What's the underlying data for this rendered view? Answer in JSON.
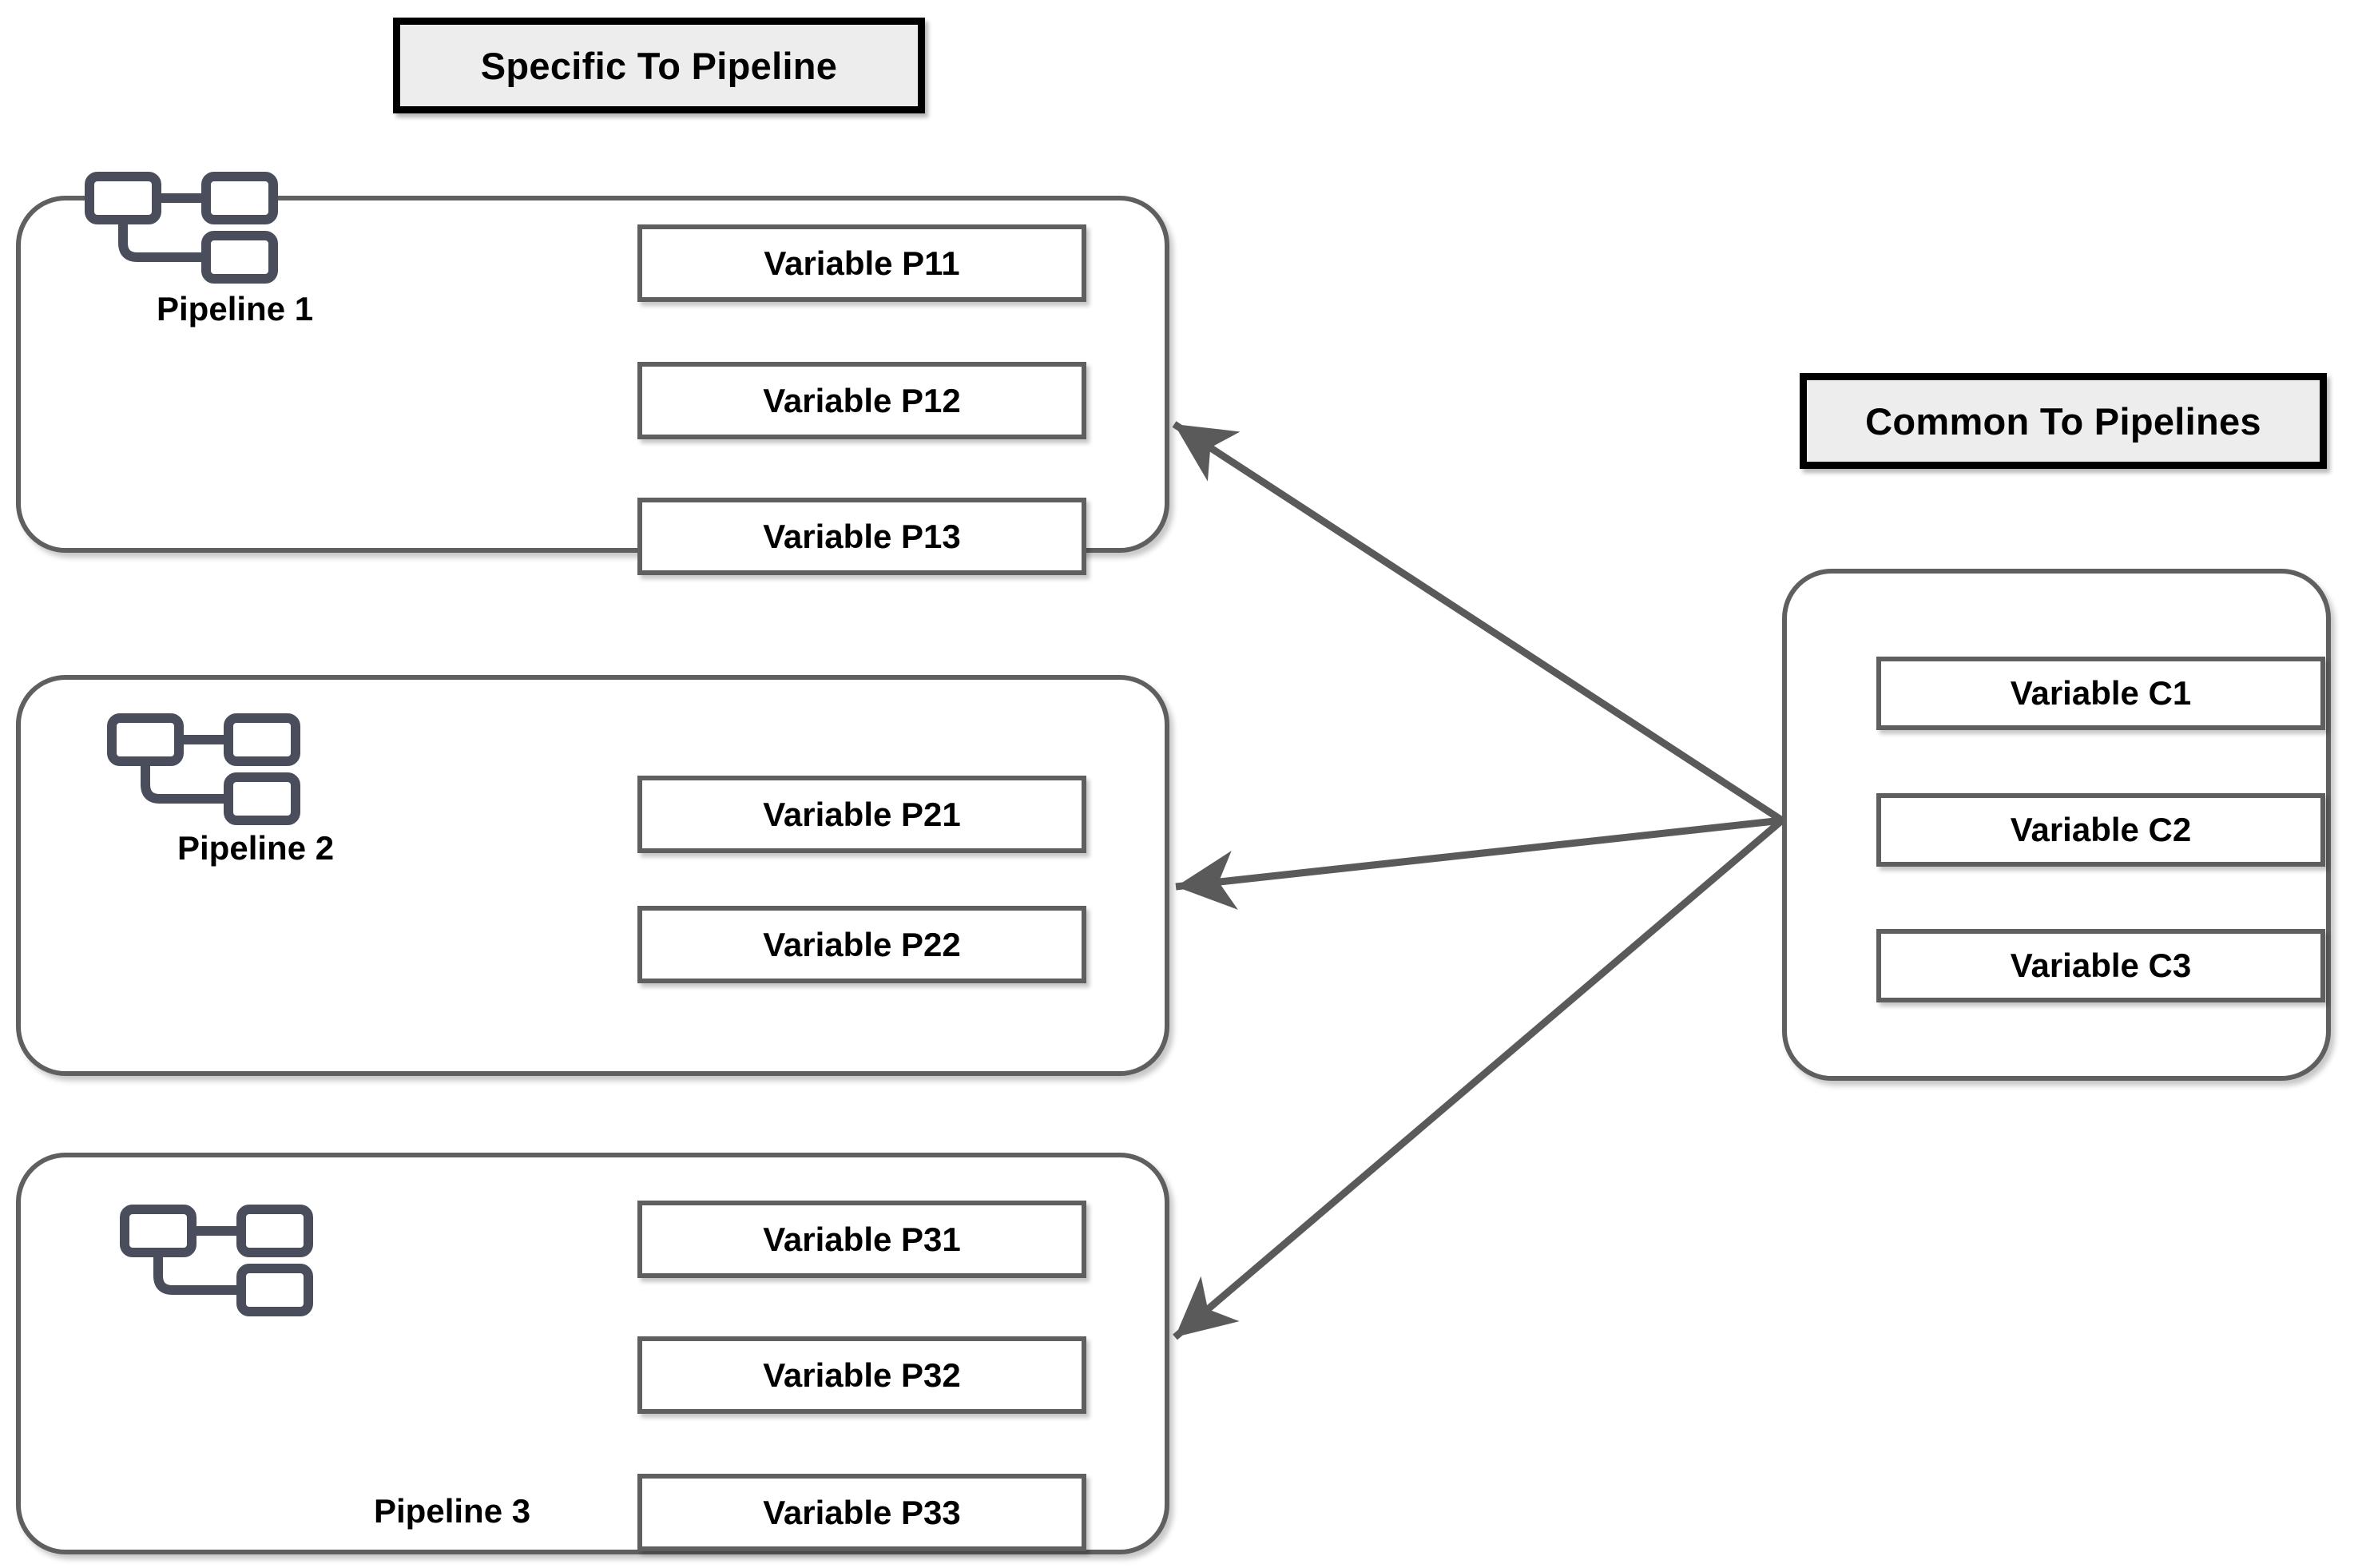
{
  "headers": {
    "specific": "Specific To Pipeline",
    "common": "Common To Pipelines"
  },
  "colors": {
    "panel_border": "#5f5f5f",
    "banner_border": "#000000",
    "banner_fill": "#ededed",
    "box_border": "#5f5f5f",
    "icon_stroke": "#4a4e5c",
    "arrow": "#5a5a5a",
    "text": "#000000",
    "background": "#ffffff"
  },
  "pipelines": [
    {
      "caption": "Pipeline 1",
      "icon": "pipeline-flow-icon",
      "variables": [
        {
          "label": "Variable P11"
        },
        {
          "label": "Variable P12"
        },
        {
          "label": "Variable P13"
        }
      ]
    },
    {
      "caption": "Pipeline 2",
      "icon": "pipeline-flow-icon",
      "variables": [
        {
          "label": "Variable P21"
        },
        {
          "label": "Variable P22"
        }
      ]
    },
    {
      "caption": "Pipeline 3",
      "icon": "pipeline-flow-icon",
      "variables": [
        {
          "label": "Variable P31"
        },
        {
          "label": "Variable P32"
        },
        {
          "label": "Variable P33"
        }
      ]
    }
  ],
  "common_variables": [
    {
      "label": "Variable C1"
    },
    {
      "label": "Variable C2"
    },
    {
      "label": "Variable C3"
    }
  ],
  "arrows": [
    {
      "name": "arrow-common-to-pipeline-1",
      "from": "common-hub",
      "to": "pipeline-1",
      "direction": "left"
    },
    {
      "name": "arrow-common-to-pipeline-2",
      "from": "common-hub",
      "to": "pipeline-2",
      "direction": "left"
    },
    {
      "name": "arrow-common-to-pipeline-3",
      "from": "common-hub",
      "to": "pipeline-3",
      "direction": "left"
    }
  ]
}
